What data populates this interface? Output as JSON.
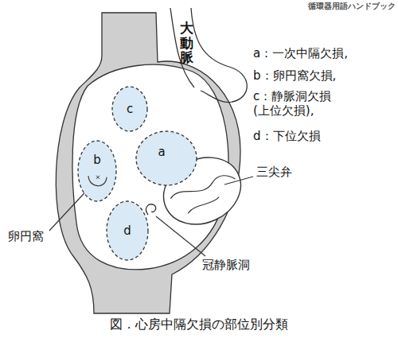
{
  "diagram": {
    "caption": "図．心房中隔欠損の部位別分類",
    "nodes": [
      {
        "text": [
          "c"
        ]
      },
      {
        "text": [
          "b"
        ]
      },
      {
        "text": [
          "a"
        ]
      },
      {
        "text": [
          "d"
        ]
      }
    ],
    "labels": [
      "循環器用語ハンドブック",
      "大動脈",
      "a：一次中隔欠損,",
      "b：卵円窩欠損,",
      "c：静脈洞欠損 (上位欠損),",
      "d：下位欠損",
      "三尖弁",
      "卵円窩",
      "冠静脈洞"
    ]
  }
}
